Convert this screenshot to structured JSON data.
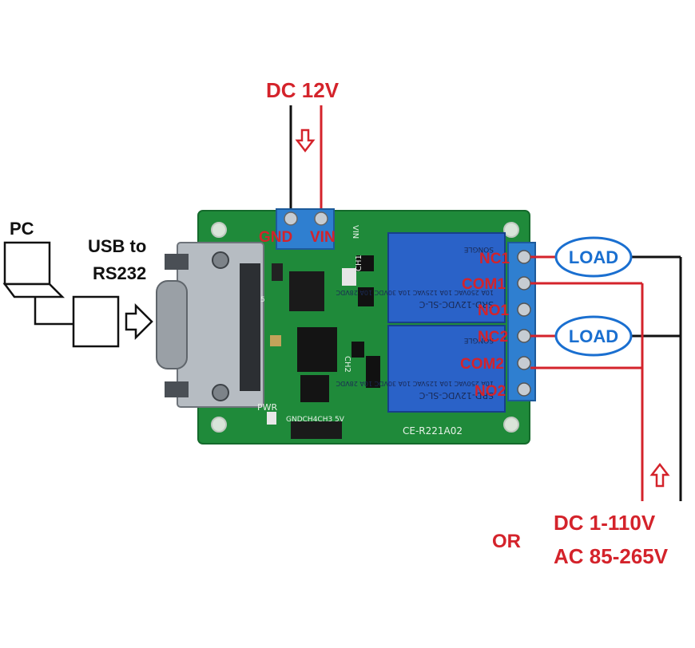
{
  "power": {
    "label": "DC 12V",
    "gnd": "GND",
    "vin": "VIN"
  },
  "pc": {
    "label": "PC",
    "converter_label_1": "USB to",
    "converter_label_2": "RS232"
  },
  "board": {
    "name": "CE-R221A02",
    "silk_vin": "VIN",
    "silk_ch1": "CH1",
    "silk_ch2": "CH2",
    "silk_pwr": "PWR",
    "silk_pins": "GNDCH4CH3 5V",
    "silk_5": "5",
    "relay_model": "SRD-12VDC-SL-C",
    "relay_brand": "SONGLE",
    "relay_rating": "10A 250VAC  10A 125VAC  10A 30VDC  10A 28VDC"
  },
  "terminals": [
    {
      "label": "NC1",
      "color": "#d4232b"
    },
    {
      "label": "COM1",
      "color": "#d4232b"
    },
    {
      "label": "NO1",
      "color": "#d4232b"
    },
    {
      "label": "NC2",
      "color": "#d4232b"
    },
    {
      "label": "COM2",
      "color": "#d4232b"
    },
    {
      "label": "NO2",
      "color": "#d4232b"
    }
  ],
  "loads": [
    {
      "label": "LOAD"
    },
    {
      "label": "LOAD"
    }
  ],
  "supply": {
    "or": "OR",
    "dc": "DC 1-110V",
    "ac": "AC 85-265V"
  },
  "colors": {
    "accent_red": "#d4232b",
    "board_green": "#1f8a3a",
    "terminal_blue": "#2f7fd0",
    "load_blue": "#1a6fd0"
  },
  "icons": [
    "laptop-icon",
    "usb-adapter-icon",
    "arrow-right-icon",
    "arrow-down-icon",
    "arrow-up-icon",
    "db9-connector-icon",
    "relay-icon"
  ]
}
